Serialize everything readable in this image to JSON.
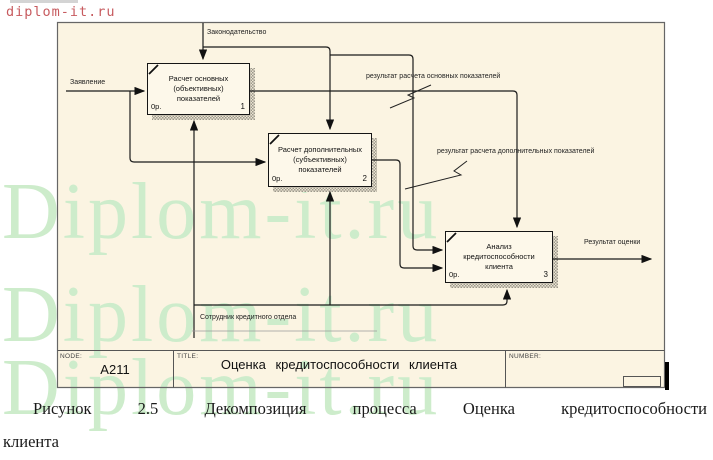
{
  "page": {
    "watermark_red": "diplom-it.ru",
    "watermark_green": "Diplom-it.ru"
  },
  "colors": {
    "diagram_background": "#fbf4e2",
    "watermark_green": "#cdeccb",
    "watermark_red": "#c75b5f"
  },
  "diagram": {
    "boxes": [
      {
        "l1": "Расчет основных",
        "l2": "(объективных)",
        "l3": "показателей",
        "cost": "0р.",
        "num": "1"
      },
      {
        "l1": "Расчет дополнительных",
        "l2": "(субъективных)",
        "l3": "показателей",
        "cost": "0р.",
        "num": "2"
      },
      {
        "l1": "Анализ",
        "l2": "кредитоспособности",
        "l3": "клиента",
        "cost": "0р.",
        "num": "3"
      }
    ],
    "labels": {
      "application": "Заявление",
      "legislation": "Законодательство",
      "result_main": "результат расчета основных показателей",
      "result_additional": "результат расчета дополнительных показателей",
      "employee": "Сотрудник кредитного отдела",
      "assessment_result": "Результат оценки"
    },
    "title_bar": {
      "node_label": "NODE:",
      "node_value": "A211",
      "title_label": "TITLE:",
      "title_value": "Оценка кредитоспособности клиента",
      "number_label": "NUMBER:"
    }
  },
  "caption": {
    "line1": "Рисунок 2.5 Декомпозиция процесса Оценка кредитоспособности",
    "line2": "клиента"
  }
}
